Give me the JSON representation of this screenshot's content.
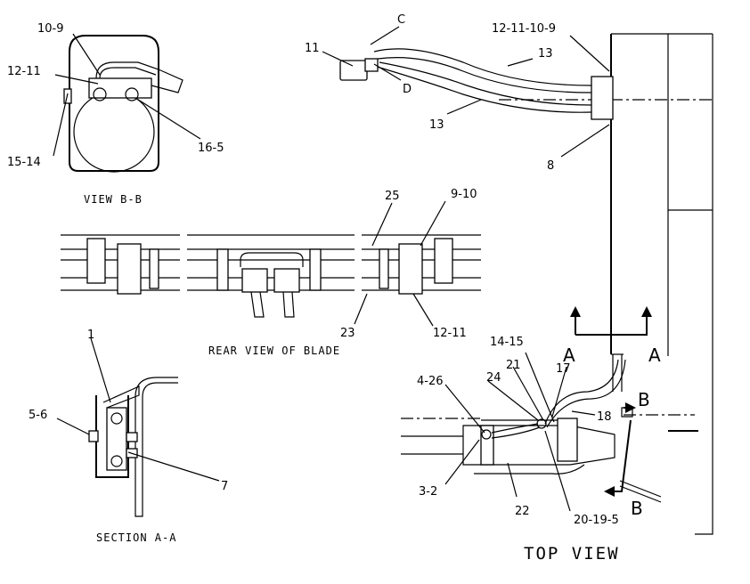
{
  "views": {
    "view_bb": "VIEW  B-B",
    "rear_view": "REAR VIEW OF BLADE",
    "section_aa": "SECTION  A-A",
    "top_view": "TOP  VIEW"
  },
  "callouts": {
    "bb_10_9": "10-9",
    "bb_12_11": "12-11",
    "bb_15_14": "15-14",
    "bb_16_5": "16-5",
    "c": "C",
    "d": "D",
    "p11": "11",
    "p12_11_10_9": "12-11-10-9",
    "p13a": "13",
    "p13b": "13",
    "p8": "8",
    "p25": "25",
    "p9_10": "9-10",
    "p23": "23",
    "p12_11b": "12-11",
    "p1": "1",
    "p5_6": "5-6",
    "p7": "7",
    "p14_15": "14-15",
    "p21": "21",
    "p4_26": "4-26",
    "p24": "24",
    "p17": "17",
    "p18": "18",
    "p3_2": "3-2",
    "p22": "22",
    "p20_19_5": "20-19-5",
    "arrow_a_left": "A",
    "arrow_a_right": "A",
    "arrow_b_top": "B",
    "arrow_b_bottom": "B"
  }
}
